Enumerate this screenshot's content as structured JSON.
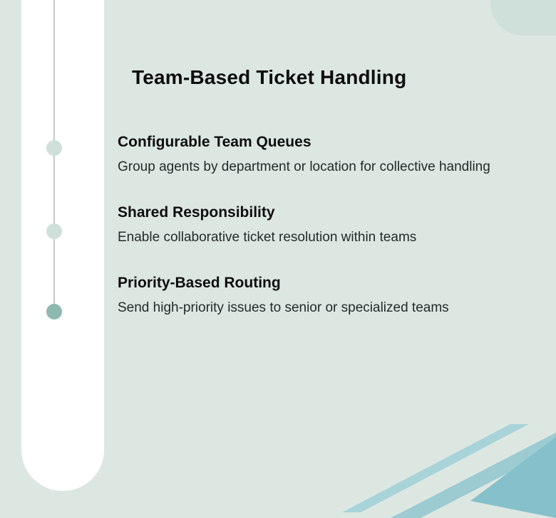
{
  "page": {
    "title": "Team-Based Ticket Handling"
  },
  "items": [
    {
      "heading": "Configurable Team Queues",
      "body": "Group agents by department or location for collective handling",
      "dot_state": "inactive"
    },
    {
      "heading": "Shared Responsibility",
      "body": "Enable collaborative ticket resolution within teams",
      "dot_state": "inactive"
    },
    {
      "heading": "Priority-Based Routing",
      "body": "Send high-priority issues to senior or specialized teams",
      "dot_state": "active"
    }
  ],
  "colors": {
    "background": "#dde7e2",
    "panel": "#ffffff",
    "timeline_line": "#c6c6c6",
    "dot_inactive": "#cfe0da",
    "dot_active": "#8db9b0",
    "deco_stripe_light": "#a8d3d9",
    "deco_stripe_mid": "#9ccbd2",
    "deco_triangle": "#86c0ca",
    "corner_shade": "#cfdfd9",
    "text": "#0d0d0d"
  }
}
